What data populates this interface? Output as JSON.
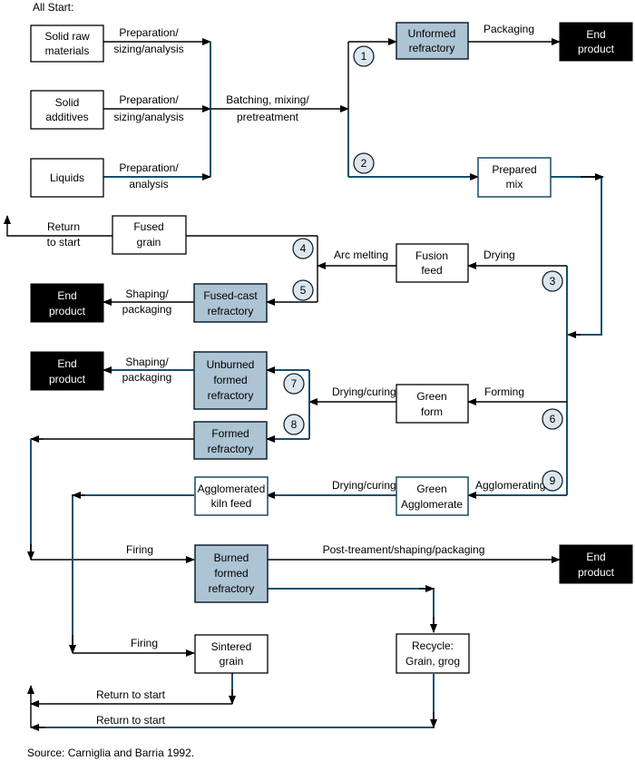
{
  "header": {
    "title": "All Start:"
  },
  "source": "Source: Carniglia and Barria 1992.",
  "colors": {
    "line_blue": "#16506f",
    "box_blue": "#adc4d4",
    "end_black": "#000000"
  },
  "nodes": {
    "solid_raw": [
      "Solid raw",
      "materials"
    ],
    "solid_add": [
      "Solid",
      "additives"
    ],
    "liquids": [
      "Liquids"
    ],
    "unformed": [
      "Unformed",
      "refractory"
    ],
    "end1": [
      "End",
      "product"
    ],
    "prepared": [
      "Prepared",
      "mix"
    ],
    "fused_grain": [
      "Fused",
      "grain"
    ],
    "fusion_feed": [
      "Fusion",
      "feed"
    ],
    "end2": [
      "End",
      "product"
    ],
    "fused_cast": [
      "Fused-cast",
      "refractory"
    ],
    "end3": [
      "End",
      "product"
    ],
    "unburned": [
      "Unburned",
      "formed",
      "refractory"
    ],
    "green_form": [
      "Green",
      "form"
    ],
    "formed": [
      "Formed",
      "refractory"
    ],
    "agglom_kiln": [
      "Agglomerated",
      "kiln feed"
    ],
    "green_agglom": [
      "Green",
      "Agglomerate"
    ],
    "burned": [
      "Burned",
      "formed",
      "refractory"
    ],
    "end4": [
      "End",
      "product"
    ],
    "sintered": [
      "Sintered",
      "grain"
    ],
    "recycle": [
      "Recycle:",
      "Grain, grog"
    ]
  },
  "edges": {
    "prep1": [
      "Preparation/",
      "sizing/analysis"
    ],
    "prep2": [
      "Preparation/",
      "sizing/analysis"
    ],
    "prep3": [
      "Preparation/",
      "analysis"
    ],
    "batching": [
      "Batching, mixing/",
      "pretreatment"
    ],
    "packaging": "Packaging",
    "return1": [
      "Return",
      "to start"
    ],
    "arc": "Arc melting",
    "drying": "Drying",
    "shaping1": [
      "Shaping/",
      "packaging"
    ],
    "shaping2": [
      "Shaping/",
      "packaging"
    ],
    "drycure1": "Drying/curing",
    "forming": "Forming",
    "drycure2": "Drying/curing",
    "agglomerating": "Agglomerating",
    "firing1": "Firing",
    "post": "Post-treament/shaping/packaging",
    "firing2": "Firing",
    "return2": "Return to start",
    "return3": "Return to start"
  },
  "route_numbers": [
    "1",
    "2",
    "3",
    "4",
    "5",
    "6",
    "7",
    "8",
    "9"
  ]
}
